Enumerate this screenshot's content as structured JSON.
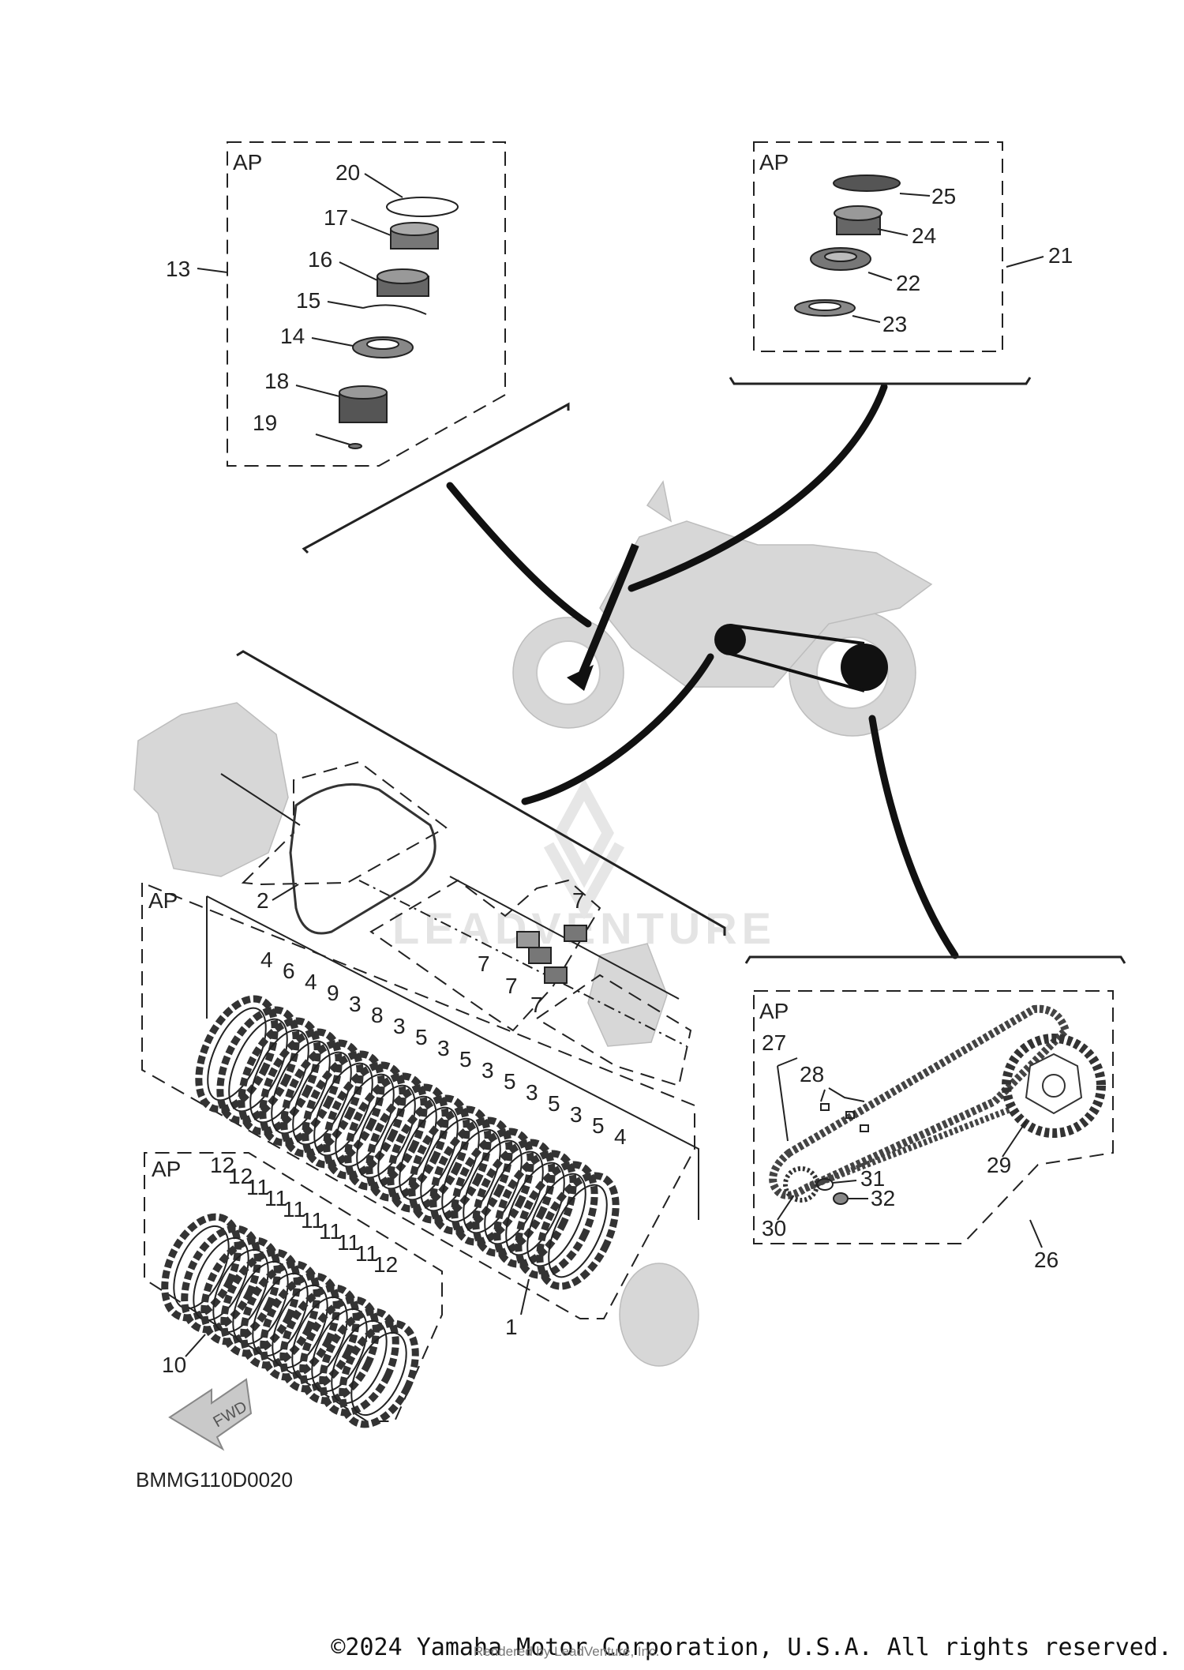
{
  "diagram_code": "BMMG110D0020",
  "fwd_label": "FWD",
  "watermark": "LEADVENTURE",
  "copyright": "©2024 Yamaha Motor Corporation, U.S.A. All rights reserved.",
  "rendered_by": "Rendered by LeadVenture, Inc.",
  "groups": {
    "steering_bearings": {
      "tag": "AP",
      "callout": "13",
      "parts": [
        "20",
        "17",
        "16",
        "15",
        "14",
        "18",
        "19"
      ]
    },
    "steering_bearings_upper": {
      "tag": "AP",
      "callout": "21",
      "parts": [
        "25",
        "24",
        "22",
        "23"
      ]
    },
    "clutch_plates": {
      "tag": "AP",
      "callout": "1",
      "parts": [
        "4",
        "6",
        "4",
        "9",
        "3",
        "8",
        "3",
        "5",
        "3",
        "5",
        "3",
        "5",
        "3",
        "5",
        "3",
        "5",
        "4"
      ]
    },
    "clutch_friction": {
      "tag": "AP",
      "callout": "10",
      "parts": [
        "12",
        "12",
        "11",
        "11",
        "11",
        "11",
        "11",
        "11",
        "11",
        "12"
      ]
    },
    "drive_chain": {
      "tag": "AP",
      "callout": "26",
      "parts": [
        "27",
        "28",
        "29",
        "30",
        "31",
        "32"
      ]
    },
    "misc": {
      "gasket": "2",
      "springs": [
        "7",
        "7",
        "7",
        "7"
      ]
    }
  },
  "colors": {
    "line": "#222222",
    "ghost": "#d7d7d7",
    "watermark": "#e3e3e3"
  }
}
